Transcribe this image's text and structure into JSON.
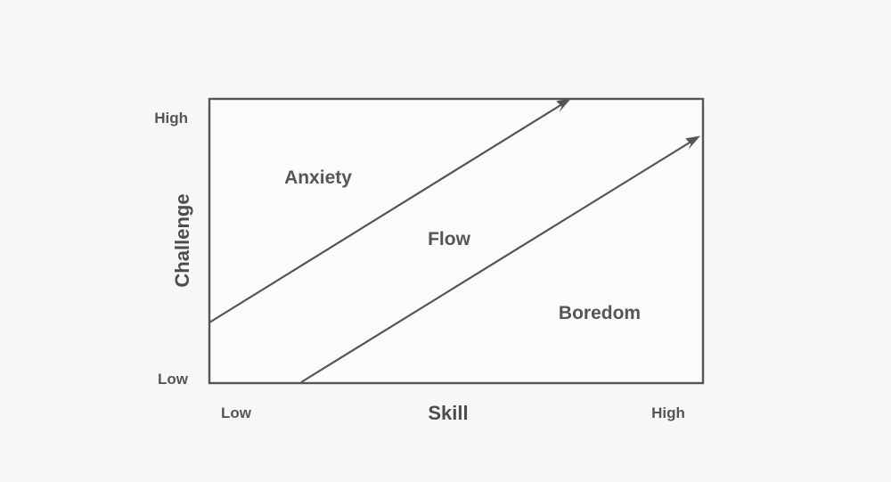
{
  "chart_data": {
    "type": "diagram",
    "title": "",
    "xlabel": "Skill",
    "ylabel": "Challenge",
    "xticklabels": [
      "Low",
      "High"
    ],
    "yticklabels": [
      "Low",
      "High"
    ],
    "grid": false,
    "legend": "none",
    "xlim": [
      0,
      1
    ],
    "ylim": [
      0,
      1
    ],
    "zones": [
      {
        "name": "Anxiety",
        "label": "Anxiety",
        "x": 0.22,
        "y": 0.73
      },
      {
        "name": "Flow",
        "label": "Flow",
        "x": 0.485,
        "y": 0.51
      },
      {
        "name": "Boredom",
        "label": "Boredom",
        "x": 0.79,
        "y": 0.25
      }
    ],
    "boundaries": [
      {
        "name": "anxiety-flow-boundary",
        "x1": 0.0,
        "y1": 0.213,
        "x2": 0.731,
        "y2": 1.0
      },
      {
        "name": "flow-boredom-boundary",
        "x1": 0.186,
        "y1": 0.003,
        "x2": 0.993,
        "y2": 0.869
      }
    ],
    "colors": {
      "background": "#f7f7f7",
      "plot_background": "#fbfbfb",
      "line": "#555555",
      "text": "#565656",
      "axis_title": "#4d4d4d"
    }
  },
  "axes": {
    "y": {
      "title": "Challenge",
      "high_label": "High",
      "low_label": "Low"
    },
    "x": {
      "title": "Skill",
      "low_label": "Low",
      "high_label": "High"
    }
  },
  "zones": {
    "anxiety": "Anxiety",
    "flow": "Flow",
    "boredom": "Boredom"
  }
}
